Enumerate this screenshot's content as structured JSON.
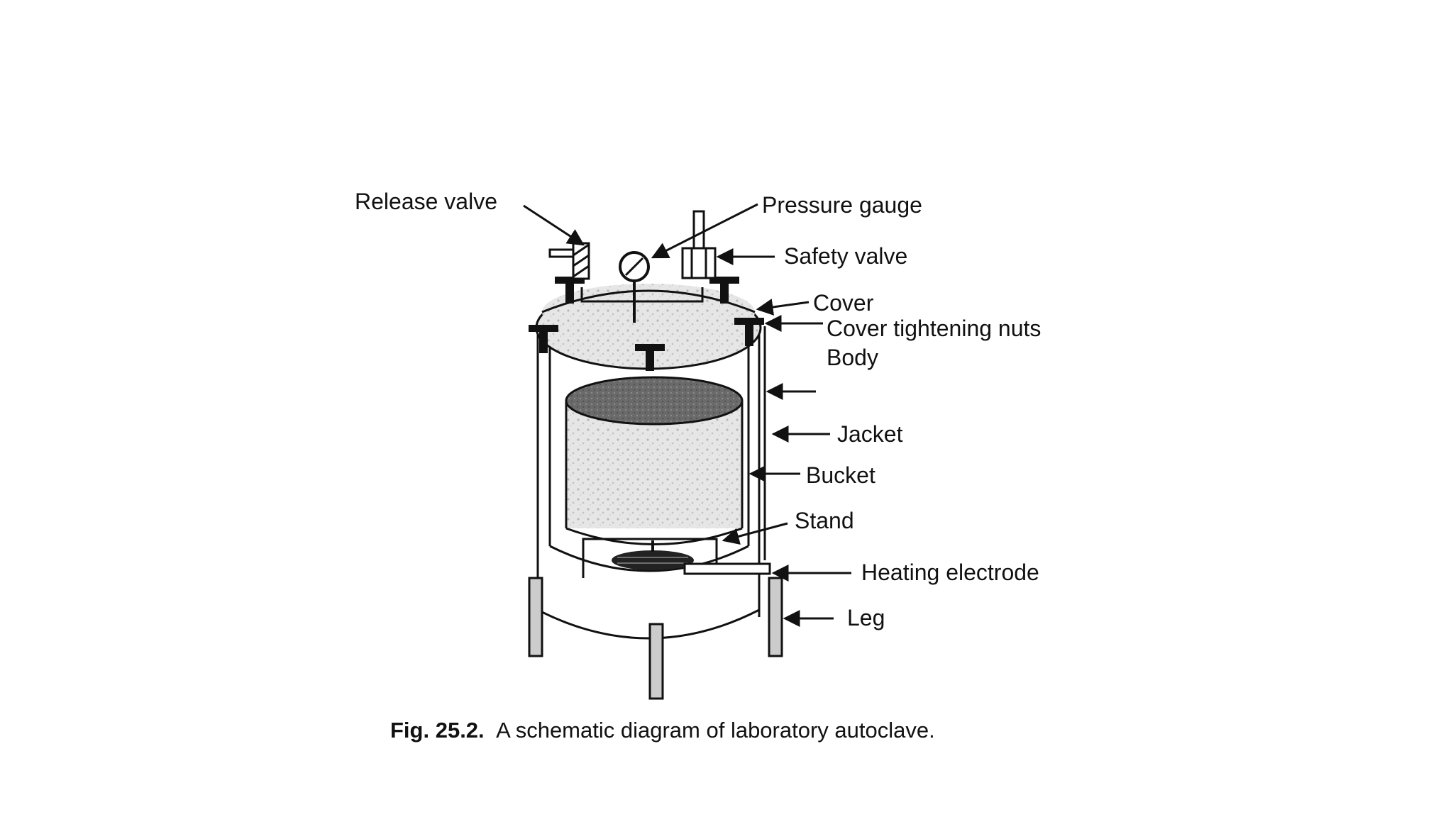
{
  "labels": {
    "release_valve": "Release valve",
    "pressure_gauge": "Pressure gauge",
    "safety_valve": "Safety valve",
    "cover": "Cover",
    "cover_tightening_nuts": "Cover tightening nuts",
    "body": "Body",
    "jacket": "Jacket",
    "bucket": "Bucket",
    "stand": "Stand",
    "heating_electrode": "Heating electrode",
    "leg": "Leg"
  },
  "caption": {
    "number": "Fig. 25.2.",
    "text": "A schematic diagram of laboratory autoclave."
  }
}
